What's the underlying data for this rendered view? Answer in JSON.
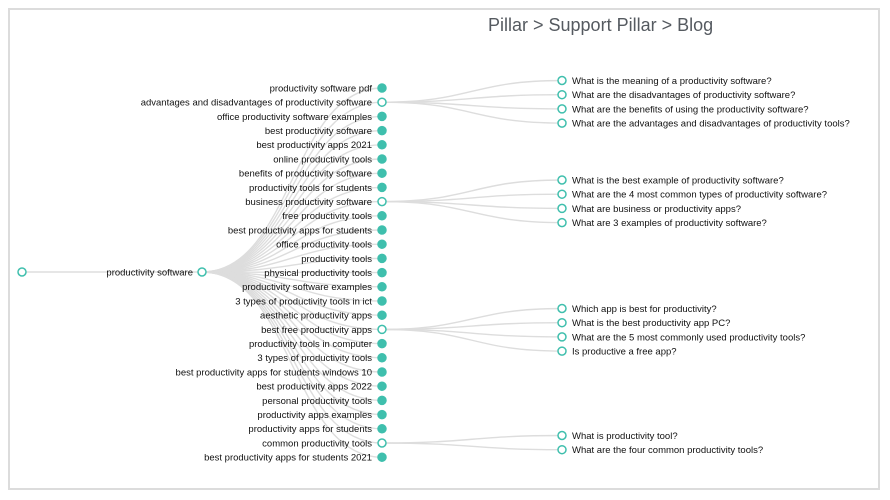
{
  "title": "Pillar > Support Pillar > Blog",
  "colors": {
    "node": "#3fbfad",
    "link": "#dddddd",
    "text": "#111111"
  },
  "tree": {
    "root": "",
    "pillar": "productivity software",
    "support": [
      {
        "label": "productivity software pdf",
        "children": []
      },
      {
        "label": "advantages and disadvantages of productivity software",
        "children": [
          "What is the meaning of a productivity software?",
          "What are the disadvantages of productivity software?",
          "What are the benefits of using the productivity software?",
          "What are the advantages and disadvantages of productivity tools?"
        ]
      },
      {
        "label": "office productivity software examples",
        "children": []
      },
      {
        "label": "best productivity software",
        "children": []
      },
      {
        "label": "best productivity apps 2021",
        "children": []
      },
      {
        "label": "online productivity tools",
        "children": []
      },
      {
        "label": "benefits of productivity software",
        "children": []
      },
      {
        "label": "productivity tools for students",
        "children": []
      },
      {
        "label": "business productivity software",
        "children": [
          "What is the best example of productivity software?",
          "What are the 4 most common types of productivity software?",
          "What are business or productivity apps?",
          "What are 3 examples of productivity software?"
        ]
      },
      {
        "label": "free productivity tools",
        "children": []
      },
      {
        "label": "best productivity apps for students",
        "children": []
      },
      {
        "label": "office productivity tools",
        "children": []
      },
      {
        "label": "productivity tools",
        "children": []
      },
      {
        "label": "physical productivity tools",
        "children": []
      },
      {
        "label": "productivity software examples",
        "children": []
      },
      {
        "label": "3 types of productivity tools in ict",
        "children": []
      },
      {
        "label": "aesthetic productivity apps",
        "children": []
      },
      {
        "label": "best free productivity apps",
        "children": [
          "Which app is best for productivity?",
          "What is the best productivity app PC?",
          "What are the 5 most commonly used productivity tools?",
          "Is productive a free app?"
        ]
      },
      {
        "label": "productivity tools in computer",
        "children": []
      },
      {
        "label": "3 types of productivity tools",
        "children": []
      },
      {
        "label": "best productivity apps for students windows 10",
        "children": []
      },
      {
        "label": "best productivity apps 2022",
        "children": []
      },
      {
        "label": "personal productivity tools",
        "children": []
      },
      {
        "label": "productivity apps examples",
        "children": []
      },
      {
        "label": "productivity apps for students",
        "children": []
      },
      {
        "label": "common productivity tools",
        "children": [
          "What is productivity tool?",
          "What are the four common productivity tools?"
        ]
      },
      {
        "label": "best productivity apps for students 2021",
        "children": []
      }
    ]
  }
}
